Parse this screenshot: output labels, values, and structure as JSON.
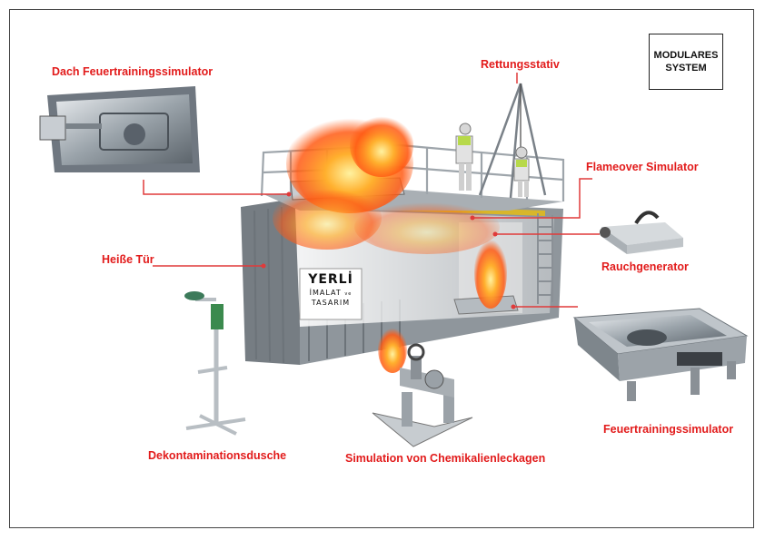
{
  "badge": {
    "line1": "MODULARES",
    "line2": "SYSTEM"
  },
  "logo": {
    "brand": "YERLİ",
    "line2": "İMALAT",
    "line2_small": "ve",
    "line3": "TASARIM"
  },
  "labels": {
    "roof_simulator": "Dach Feuertrainingssimulator",
    "rescue_tripod": "Rettungsstativ",
    "flameover": "Flameover Simulator",
    "hot_door": "Heiße Tür",
    "smoke_generator": "Rauchgenerator",
    "fire_training_simulator": "Feuertrainingssimulator",
    "decon_shower": "Dekontaminationsdusche",
    "chemical_leak": "Simulation von Chemikalienleckagen"
  },
  "colors": {
    "label": "#e21b1b",
    "leader": "#e03a3a",
    "container": "#8f969c",
    "fire": "#ff6a1a"
  }
}
